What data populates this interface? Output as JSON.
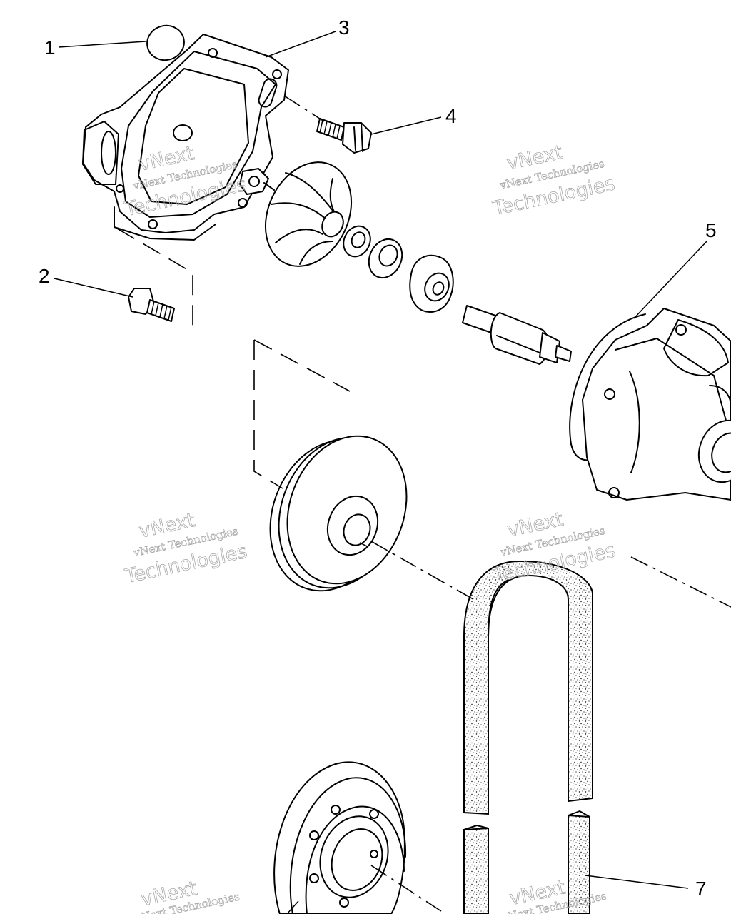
{
  "diagram": {
    "callouts": [
      {
        "id": "1",
        "label": "1"
      },
      {
        "id": "2",
        "label": "2"
      },
      {
        "id": "3",
        "label": "3"
      },
      {
        "id": "4",
        "label": "4"
      },
      {
        "id": "5",
        "label": "5"
      },
      {
        "id": "7",
        "label": "7"
      }
    ],
    "watermark": {
      "line1": "vNext Technologies",
      "line2": "vNext",
      "line3": "Technologies"
    }
  }
}
